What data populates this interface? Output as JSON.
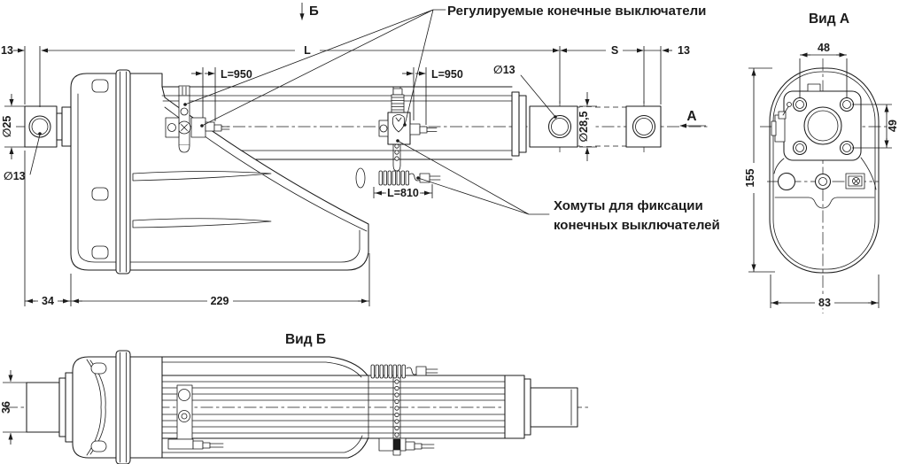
{
  "drawing": {
    "colors": {
      "ink": "#1b1b1b",
      "background": "#ffffff"
    },
    "callouts": {
      "limit_switches": "Регулируемые конечные выключатели",
      "clamps_line1": "Хомуты для фиксации",
      "clamps_line2": "конечных выключателей"
    },
    "front": {
      "dims": {
        "pin_offset_left": "13",
        "length_symbol": "L",
        "stroke_symbol": "S",
        "pin_offset_right": "13",
        "cable_upper_left": "L=950",
        "cable_upper_right": "L=950",
        "cable_lower": "L=810",
        "eye_outer_dia": "∅25",
        "eye_hole_dia": "∅13",
        "rod_hole_dia": "∅13",
        "rod_dia": "∅28,5",
        "rear_offset": "34",
        "body_length": "229"
      }
    },
    "view_a": {
      "title": "Вид А",
      "direction_label": "А",
      "dims": {
        "flange_width": "48",
        "flange_height": "49",
        "body_height": "155",
        "body_width": "83"
      }
    },
    "view_b": {
      "title": "Вид Б",
      "direction_label": "Б",
      "dims": {
        "eye_width": "36"
      }
    }
  }
}
